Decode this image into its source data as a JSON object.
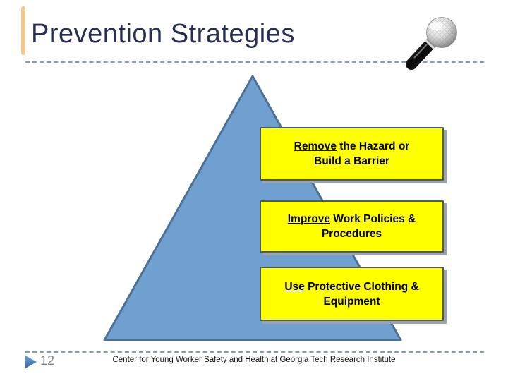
{
  "title": "Prevention Strategies",
  "pyramid_boxes": [
    {
      "keyword": "Remove",
      "rest": " the Hazard or",
      "line2": "Build a Barrier"
    },
    {
      "keyword": "Improve",
      "rest": " Work Policies &",
      "line2": "Procedures"
    },
    {
      "keyword": "Use",
      "rest": " Protective Clothing &",
      "line2": "Equipment"
    }
  ],
  "footer": {
    "page_number": "12",
    "text": "Center for Young Worker Safety and Health at Georgia Tech Research Institute"
  },
  "icons": {
    "microphone": "microphone-icon",
    "page_arrow": "blue-right-arrow-icon"
  },
  "colors": {
    "title_text": "#292F51",
    "dashed_rule": "#7D9FB8",
    "triangle_fill": "#6FA0CF",
    "triangle_border": "#4C7195",
    "box_fill": "#FFFF00",
    "box_border": "#4A5A66",
    "box_shadow": "#9BA3AB",
    "accent_bar": "#F2C98C",
    "page_number_text": "#7F7F7F",
    "arrow_blue": "#3F79BE"
  }
}
